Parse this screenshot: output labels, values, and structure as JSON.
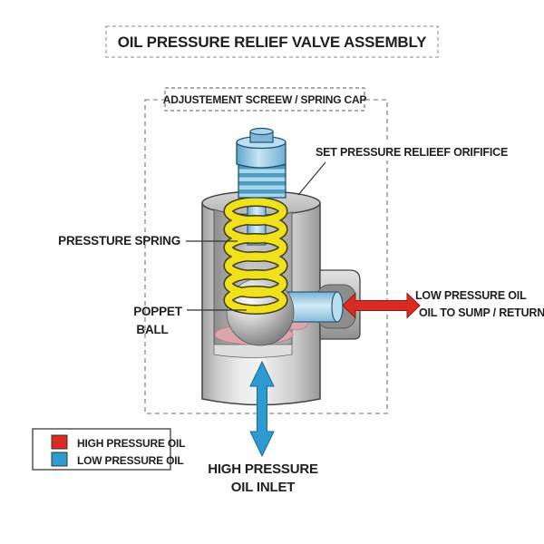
{
  "title": "OIL PRESSURE RELIEF VALVE ASSEMBLY",
  "diagram": {
    "cap_label": "ADJUSTEMENT SCREEW / SPRING CAP",
    "orifice_label": "SET PRESSURE RELIEEF ORIFIFICE",
    "spring_label": "PRESSTURE SPRING",
    "poppet_label_line1": "POPPET",
    "poppet_label_line2": "BALL",
    "outlet_label_line1": "LOW PRESSURE OIL",
    "outlet_label_line2": "OIL TO SUMP / RETURN",
    "inlet_label_line1": "HIGH PRESSURE",
    "inlet_label_line2": "OIL INLET"
  },
  "legend": {
    "items": [
      {
        "label": "HIGH PRESSURE OIL",
        "color": "#d92b21"
      },
      {
        "label": "LOW PRESSURE OIL",
        "color": "#2e9ad2"
      }
    ]
  },
  "colors": {
    "high_pressure_red": "#d92b21",
    "low_pressure_blue": "#2e9ad2",
    "spring_yellow": "#efe11c",
    "screw_blue": "#7fb8d8",
    "body_gray": "#c9c9c9",
    "seat_pink": "#d9a7ab",
    "outline_dark": "#444444"
  }
}
